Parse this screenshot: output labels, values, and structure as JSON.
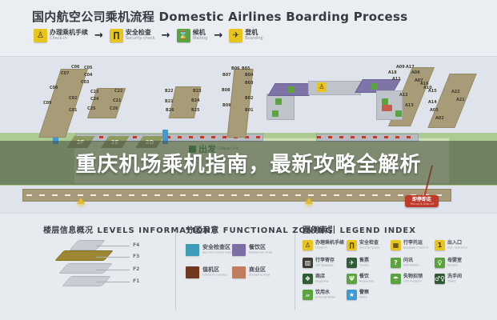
{
  "header": {
    "title_zh": "国内航空公司乘机流程",
    "title_en": "Domestic Airlines Boarding Process",
    "arrow": "→",
    "steps": [
      {
        "zh": "办理乘机手续",
        "en": "Check-in",
        "icon": "check-in-icon",
        "glyph": "♙",
        "bg": "#e8c51e",
        "fg": "#2c2c1c"
      },
      {
        "zh": "安全检查",
        "en": "Security check",
        "icon": "security-check-icon",
        "glyph": "∏",
        "bg": "#e8c51e",
        "fg": "#2c2c1c"
      },
      {
        "zh": "候机",
        "en": "Waiting",
        "icon": "waiting-icon",
        "glyph": "⌛",
        "bg": "#5aa33d",
        "fg": "#ffffff"
      },
      {
        "zh": "登机",
        "en": "Boarding",
        "icon": "boarding-icon",
        "glyph": "✈",
        "bg": "#e8c51e",
        "fg": "#2c2c1c"
      }
    ]
  },
  "overlay": {
    "title": "重庆机场乘机指南，最新攻略全解析"
  },
  "map": {
    "c_gates": [
      "C09",
      "C08",
      "C07",
      "C06",
      "C05",
      "C04",
      "C03",
      "C02",
      "C01"
    ],
    "c2_gates": [
      "C23",
      "C22",
      "C24",
      "C21",
      "C25",
      "C26"
    ],
    "b2_gates": [
      "B22",
      "B23",
      "B21",
      "B24",
      "B26",
      "B25"
    ],
    "b_gates": [
      "B06",
      "B05",
      "B07",
      "B04",
      "B03",
      "B08",
      "B02",
      "B09",
      "B01"
    ],
    "a_gates": [
      "A09",
      "A17",
      "A18",
      "A08",
      "A11",
      "A07",
      "A16",
      "A10",
      "A15",
      "A12",
      "A14",
      "A22",
      "A21",
      "A13",
      "A03",
      "A02"
    ],
    "ramp_labels": [
      "2F",
      "2E",
      "2D"
    ],
    "departure_zh": "出发",
    "departure_en": "Departure",
    "drop_zh": "即停即走",
    "drop_en": "Pick-up & Drop-off"
  },
  "panels": {
    "levels": {
      "title_zh": "楼层信息概况",
      "title_en": "LEVELS INFORMATION",
      "floors": [
        "F4",
        "F3",
        "F2",
        "F1"
      ],
      "highlight": "F3"
    },
    "zoning": {
      "title_zh": "分区示意",
      "title_en": "FUNCTIONAL ZONING",
      "zones": [
        {
          "zh": "安全检查区",
          "en": "Security Check Area",
          "color": "#3e9cb8"
        },
        {
          "zh": "餐饮区",
          "en": "Restaurant Area",
          "color": "#7c6fa6"
        },
        {
          "zh": "值机区",
          "en": "Check-in Counter",
          "color": "#70391f"
        },
        {
          "zh": "商业区",
          "en": "Shopping Area",
          "color": "#bf7c5e"
        }
      ]
    },
    "legend": {
      "title_zh": "图例索引",
      "title_en": "LEGEND INDEX",
      "items": [
        {
          "zh": "办理乘机手续",
          "en": "Check-in",
          "icon": "check-in-icon",
          "glyph": "♙",
          "bg": "#e8c51e",
          "fg": "#2c2c1c"
        },
        {
          "zh": "安全检查",
          "en": "Security Check",
          "icon": "security-check-icon",
          "glyph": "∏",
          "bg": "#e8c51e",
          "fg": "#2c2c1c"
        },
        {
          "zh": "行李托运",
          "en": "Baggage Check-in",
          "icon": "baggage-checkin-icon",
          "glyph": "▦",
          "bg": "#e8c51e",
          "fg": "#2c2c1c"
        },
        {
          "zh": "出入口",
          "en": "Exit / Entrance",
          "icon": "exit-entrance-icon",
          "glyph": "1",
          "bg": "#e8c51e",
          "fg": "#2c2c1c"
        },
        {
          "zh": "行李寄存",
          "en": "Left Baggage",
          "icon": "left-baggage-icon",
          "glyph": "▥",
          "bg": "#3c3c34",
          "fg": "#ffffff"
        },
        {
          "zh": "售票",
          "en": "Tickets",
          "icon": "tickets-icon",
          "glyph": "✈",
          "bg": "#2f5b35",
          "fg": "#ffffff"
        },
        {
          "zh": "问讯",
          "en": "Information",
          "icon": "information-icon",
          "glyph": "?",
          "bg": "#5aa33d",
          "fg": "#ffffff"
        },
        {
          "zh": "母婴室",
          "en": "Nursery",
          "icon": "nursery-icon",
          "glyph": "♀",
          "bg": "#5aa33d",
          "fg": "#ffffff"
        },
        {
          "zh": "商店",
          "en": "Shopping",
          "icon": "shop-icon",
          "glyph": "❖",
          "bg": "#2f5b35",
          "fg": "#ffffff"
        },
        {
          "zh": "餐饮",
          "en": "Restaurant",
          "icon": "restaurant-icon",
          "glyph": "Ψ",
          "bg": "#5aa33d",
          "fg": "#ffffff"
        },
        {
          "zh": "失物招领",
          "en": "Lost Property",
          "icon": "lost-property-icon",
          "glyph": "☂",
          "bg": "#5aa33d",
          "fg": "#ffffff"
        },
        {
          "zh": "洗手间",
          "en": "Toilets",
          "icon": "toilets-icon",
          "glyph": "♂♀",
          "bg": "#2f5b35",
          "fg": "#ffffff"
        },
        {
          "zh": "饮用水",
          "en": "Drinking Water",
          "icon": "drinking-water-icon",
          "glyph": "☕",
          "bg": "#5aa33d",
          "fg": "#ffffff"
        },
        {
          "zh": "警察",
          "en": "Police",
          "icon": "police-icon",
          "glyph": "★",
          "bg": "#3f9ad1",
          "fg": "#ffffff"
        }
      ]
    }
  }
}
